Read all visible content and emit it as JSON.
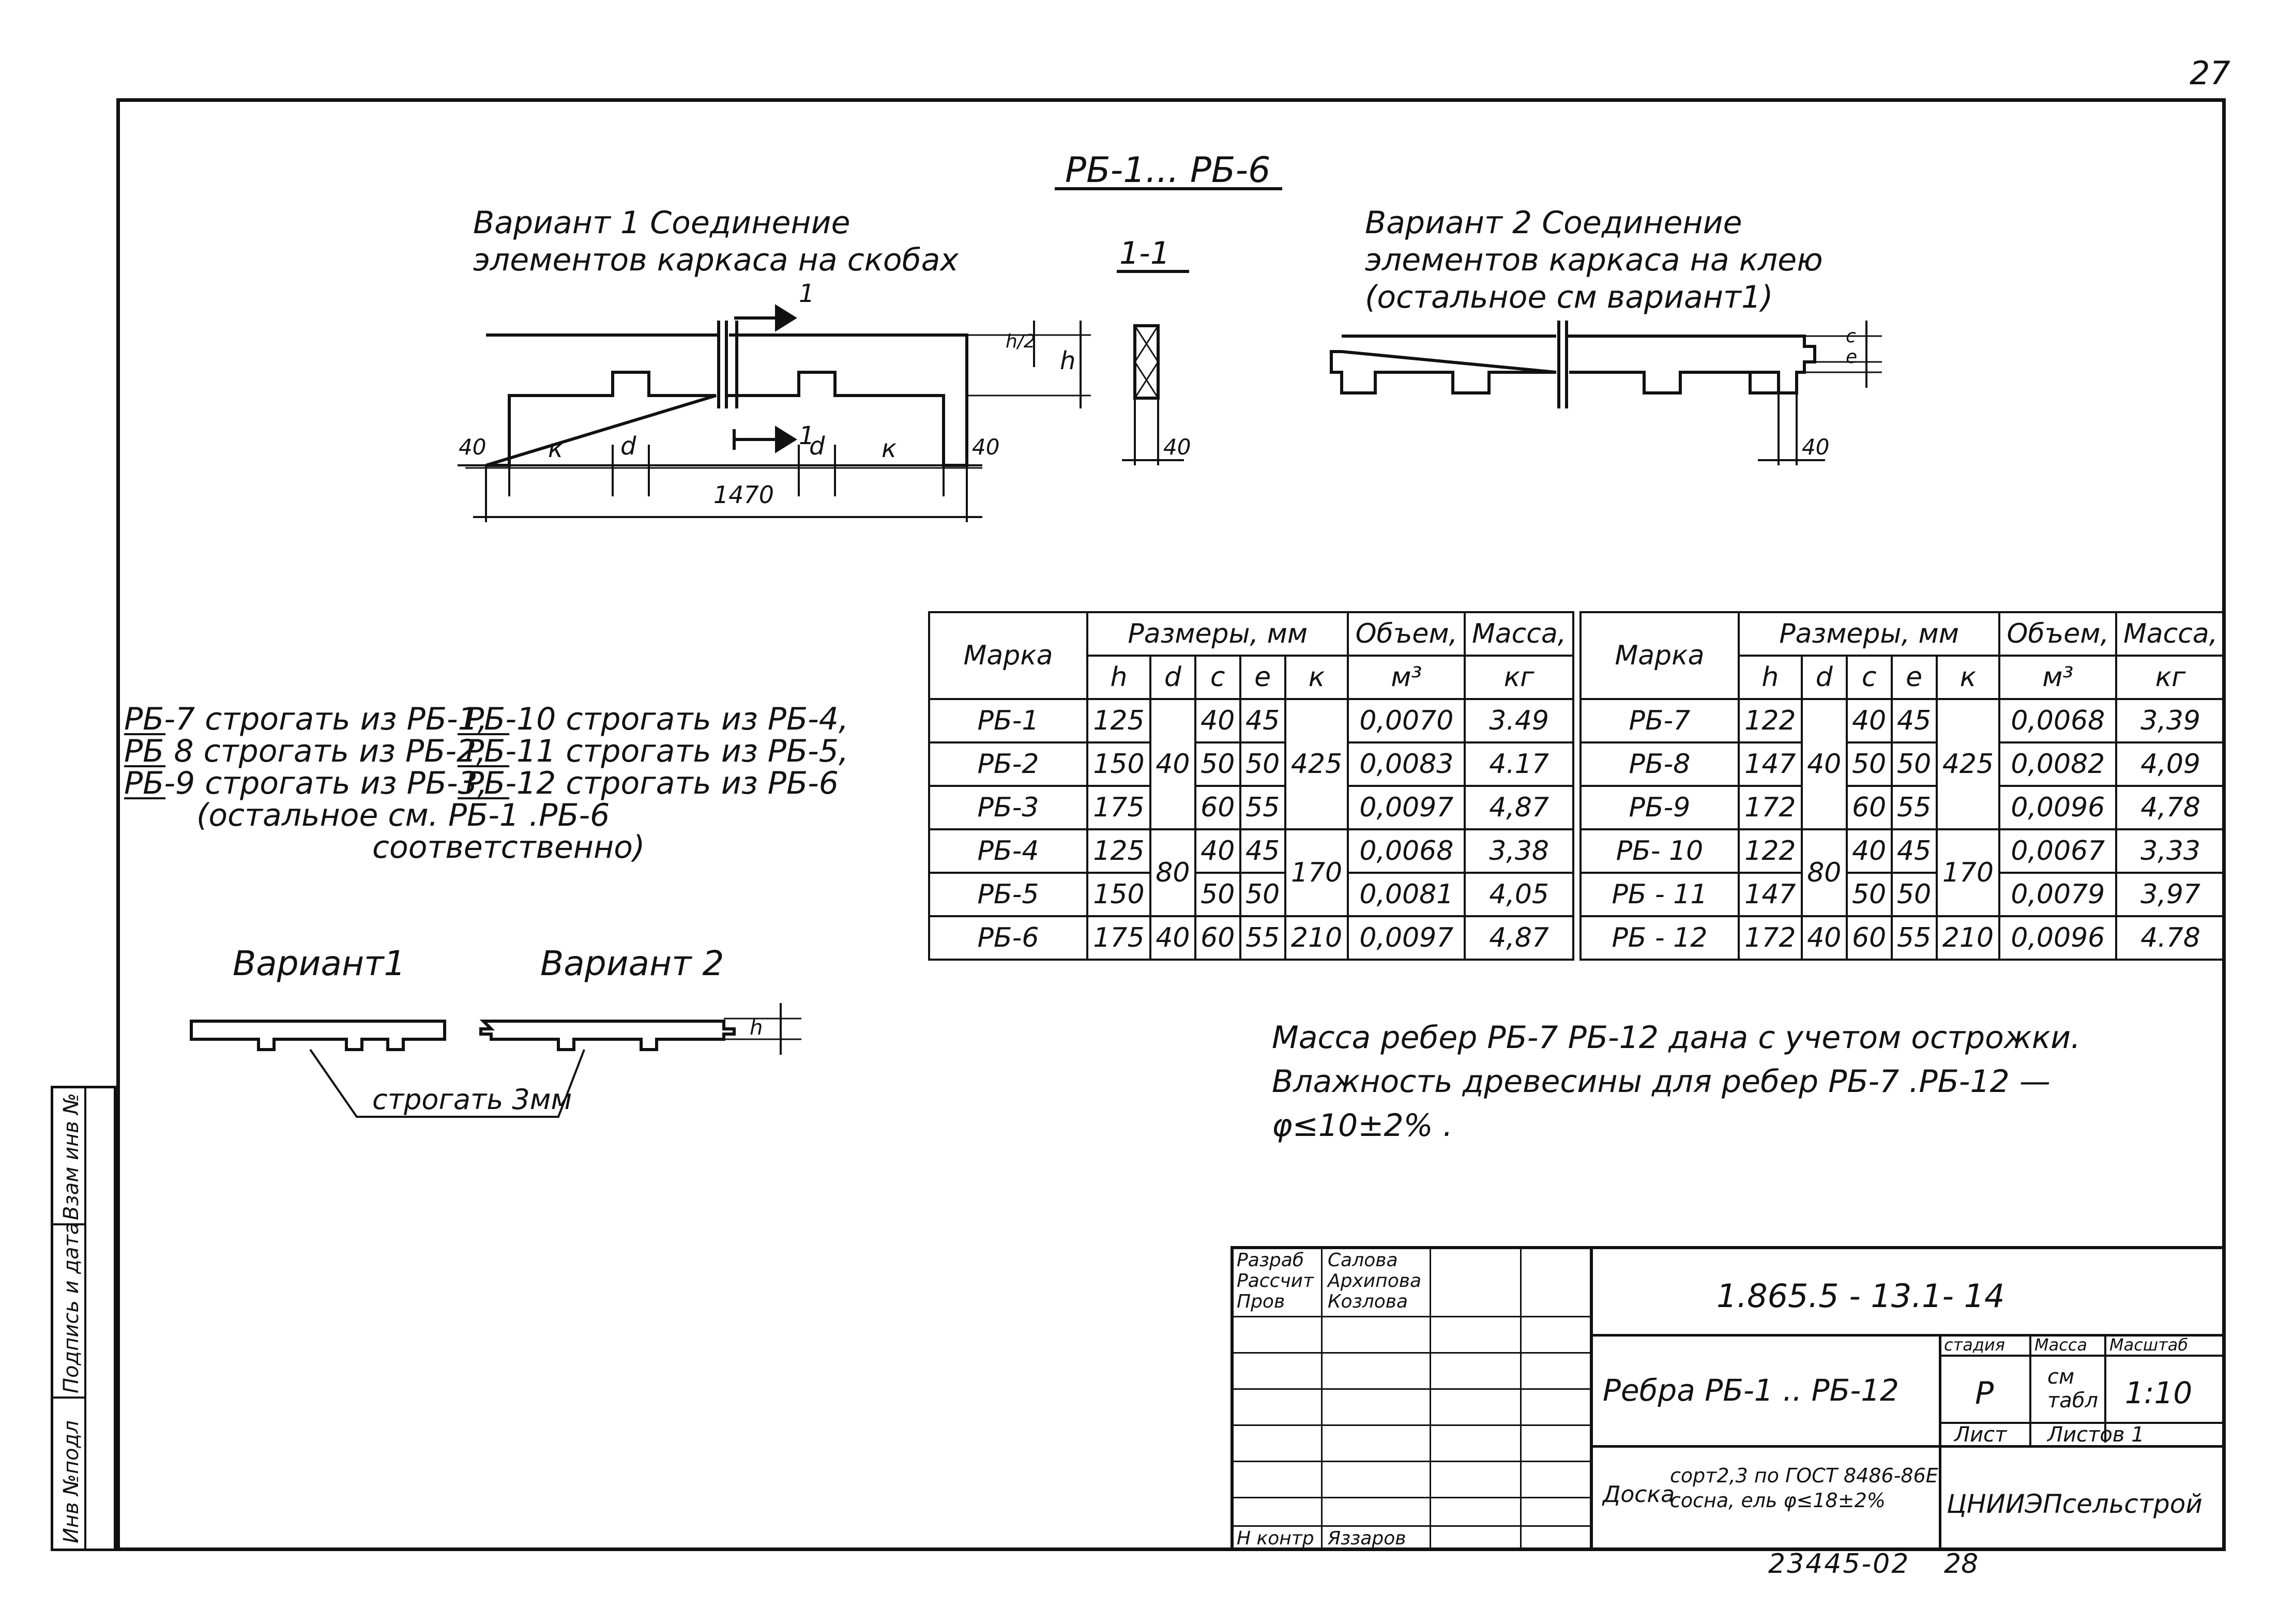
{
  "sheet": {
    "page_number": "27",
    "drawing_code": "1.865.5 - 13.1- 14",
    "archive_number": "23445-02",
    "format": "28"
  },
  "header": {
    "series_title": "РБ-1... РБ-6"
  },
  "variant1": {
    "title_line1": "Вариант 1  Соединение",
    "title_line2": "элементов каркаса на скобах",
    "dims": {
      "left_edge": "40",
      "k": "к",
      "d": "d",
      "right_edge": "40",
      "total": "1470",
      "h": "h",
      "h_half": "h/2"
    },
    "section_mark": "1"
  },
  "section": {
    "title": "1-1",
    "dim": "40"
  },
  "variant2": {
    "title_line1": "Вариант 2  Соединение",
    "title_line2": "элементов каркаса на клею",
    "title_line3": "(остальное см вариант1)",
    "dims": {
      "edge": "40",
      "c": "c",
      "e": "e"
    }
  },
  "notes_left": {
    "rows": [
      [
        "РБ-7",
        "строгать из РБ-1,",
        "РБ-10",
        "строгать из РБ-4,"
      ],
      [
        "РБ 8",
        "строгать из РБ-2,",
        "РБ-11",
        "строгать из РБ-5,"
      ],
      [
        "РБ-9",
        "строгать из РБ-3,",
        "РБ-12",
        "строгать из РБ-6"
      ]
    ],
    "footer_line1": "(остальное см. РБ-1 .РБ-6",
    "footer_line2": "соответственно)"
  },
  "planing": {
    "variant1_label": "Вариант1",
    "variant2_label": "Вариант 2",
    "callout": "строгать 3мм",
    "dim": "h"
  },
  "table": {
    "headers": {
      "mark": "Марка",
      "dims_group": "Размеры, мм",
      "h": "h",
      "d": "d",
      "c": "c",
      "e": "e",
      "k": "к",
      "volume": "Объем,",
      "volume_unit": "м³",
      "mass": "Масса,",
      "mass_unit": "кг"
    },
    "left_rows": [
      {
        "mark": "РБ-1",
        "h": "125",
        "c": "40",
        "e": "45",
        "volume": "0,0070",
        "mass": "3.49"
      },
      {
        "mark": "РБ-2",
        "h": "150",
        "c": "50",
        "e": "50",
        "volume": "0,0083",
        "mass": "4.17"
      },
      {
        "mark": "РБ-3",
        "h": "175",
        "c": "60",
        "e": "55",
        "volume": "0,0097",
        "mass": "4,87"
      },
      {
        "mark": "РБ-4",
        "h": "125",
        "c": "40",
        "e": "45",
        "volume": "0,0068",
        "mass": "3,38"
      },
      {
        "mark": "РБ-5",
        "h": "150",
        "c": "50",
        "e": "50",
        "volume": "0,0081",
        "mass": "4,05"
      },
      {
        "mark": "РБ-6",
        "h": "175",
        "d": "40",
        "c": "60",
        "e": "55",
        "k": "210",
        "volume": "0,0097",
        "mass": "4,87"
      }
    ],
    "left_merged": {
      "d_1_3": "40",
      "k_1_3": "425",
      "d_4_5": "80",
      "k_4_5": "170"
    },
    "right_rows": [
      {
        "mark": "РБ-7",
        "h": "122",
        "c": "40",
        "e": "45",
        "volume": "0,0068",
        "mass": "3,39"
      },
      {
        "mark": "РБ-8",
        "h": "147",
        "c": "50",
        "e": "50",
        "volume": "0,0082",
        "mass": "4,09"
      },
      {
        "mark": "РБ-9",
        "h": "172",
        "c": "60",
        "e": "55",
        "volume": "0,0096",
        "mass": "4,78"
      },
      {
        "mark": "РБ- 10",
        "h": "122",
        "c": "40",
        "e": "45",
        "volume": "0,0067",
        "mass": "3,33"
      },
      {
        "mark": "РБ - 11",
        "h": "147",
        "c": "50",
        "e": "50",
        "volume": "0,0079",
        "mass": "3,97"
      },
      {
        "mark": "РБ - 12",
        "h": "172",
        "d": "40",
        "c": "60",
        "e": "55",
        "k": "210",
        "volume": "0,0096",
        "mass": "4.78"
      }
    ],
    "right_merged": {
      "d_1_3": "40",
      "k_1_3": "425",
      "d_4_5": "80",
      "k_4_5": "170"
    }
  },
  "notes_right": {
    "line1": "Масса ребер РБ-7   РБ-12 дана с учетом острожки.",
    "line2": "Влажность древесины для ребер РБ-7 .РБ-12 —",
    "line3": "φ≤10±2% ."
  },
  "title_block": {
    "roles": [
      "Разраб",
      "Рассчит",
      "Пров"
    ],
    "names": [
      "Салова",
      "Архипова",
      "Козлова"
    ],
    "norm_control_role": "Н контр",
    "norm_control_name": "Яззаров",
    "product_title": "Ребра РБ-1 .. РБ-12",
    "material_label": "Доска",
    "material_line1": "сорт2,3 по ГОСТ 8486-86Е",
    "material_line2": "сосна, ель φ≤18±2%",
    "stage_header": "стадия",
    "mass_header": "Масса",
    "scale_header": "Масштаб",
    "stage": "Р",
    "mass_value_line1": "см",
    "mass_value_line2": "табл",
    "scale": "1:10",
    "sheet_label": "Лист",
    "sheets_label": "Листов 1",
    "organization": "ЦНИИЭПсельстрой"
  },
  "left_stamp": {
    "cells": [
      "Инв №подл",
      "Подпись и дата",
      "Взам инв №"
    ]
  }
}
